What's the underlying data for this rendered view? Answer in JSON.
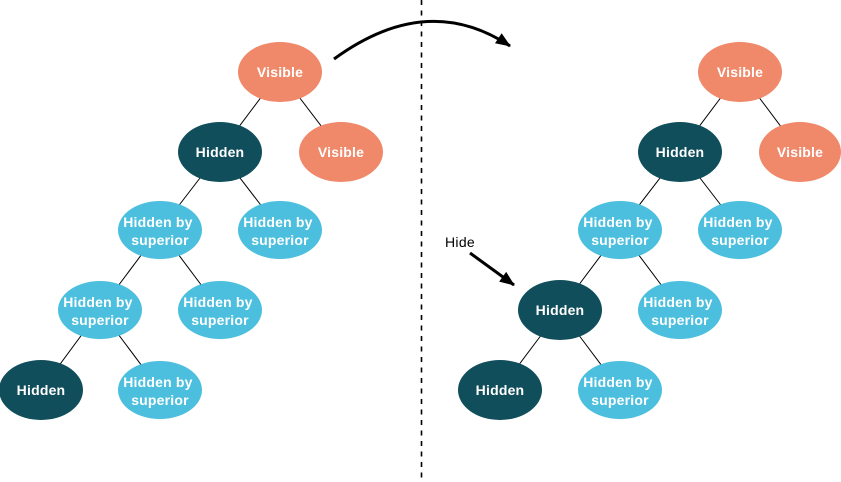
{
  "diagram": {
    "colors": {
      "visible": "#F0886A",
      "hidden": "#114E5C",
      "hidden_by_superior": "#4CBFDE",
      "node_text": "#FFFFFF",
      "line": "#000000",
      "background": "#FFFFFF"
    },
    "annotation": {
      "hide_label": "Hide"
    },
    "left_tree": {
      "nodes": [
        {
          "state": "visible",
          "lines": [
            "Visible",
            ""
          ]
        },
        {
          "state": "hidden",
          "lines": [
            "Hidden",
            ""
          ]
        },
        {
          "state": "visible",
          "lines": [
            "Visible",
            ""
          ]
        },
        {
          "state": "hidden_by_superior",
          "lines": [
            "Hidden by",
            "superior"
          ]
        },
        {
          "state": "hidden_by_superior",
          "lines": [
            "Hidden by",
            "superior"
          ]
        },
        {
          "state": "hidden_by_superior",
          "lines": [
            "Hidden by",
            "superior"
          ]
        },
        {
          "state": "hidden_by_superior",
          "lines": [
            "Hidden by",
            "superior"
          ]
        },
        {
          "state": "hidden",
          "lines": [
            "Hidden",
            ""
          ]
        },
        {
          "state": "hidden_by_superior",
          "lines": [
            "Hidden by",
            "superior"
          ]
        }
      ]
    },
    "right_tree": {
      "nodes": [
        {
          "state": "visible",
          "lines": [
            "Visible",
            ""
          ]
        },
        {
          "state": "hidden",
          "lines": [
            "Hidden",
            ""
          ]
        },
        {
          "state": "visible",
          "lines": [
            "Visible",
            ""
          ]
        },
        {
          "state": "hidden_by_superior",
          "lines": [
            "Hidden by",
            "superior"
          ]
        },
        {
          "state": "hidden_by_superior",
          "lines": [
            "Hidden by",
            "superior"
          ]
        },
        {
          "state": "hidden",
          "lines": [
            "Hidden",
            ""
          ]
        },
        {
          "state": "hidden_by_superior",
          "lines": [
            "Hidden by",
            "superior"
          ]
        },
        {
          "state": "hidden",
          "lines": [
            "Hidden",
            ""
          ]
        },
        {
          "state": "hidden_by_superior",
          "lines": [
            "Hidden by",
            "superior"
          ]
        }
      ]
    }
  }
}
